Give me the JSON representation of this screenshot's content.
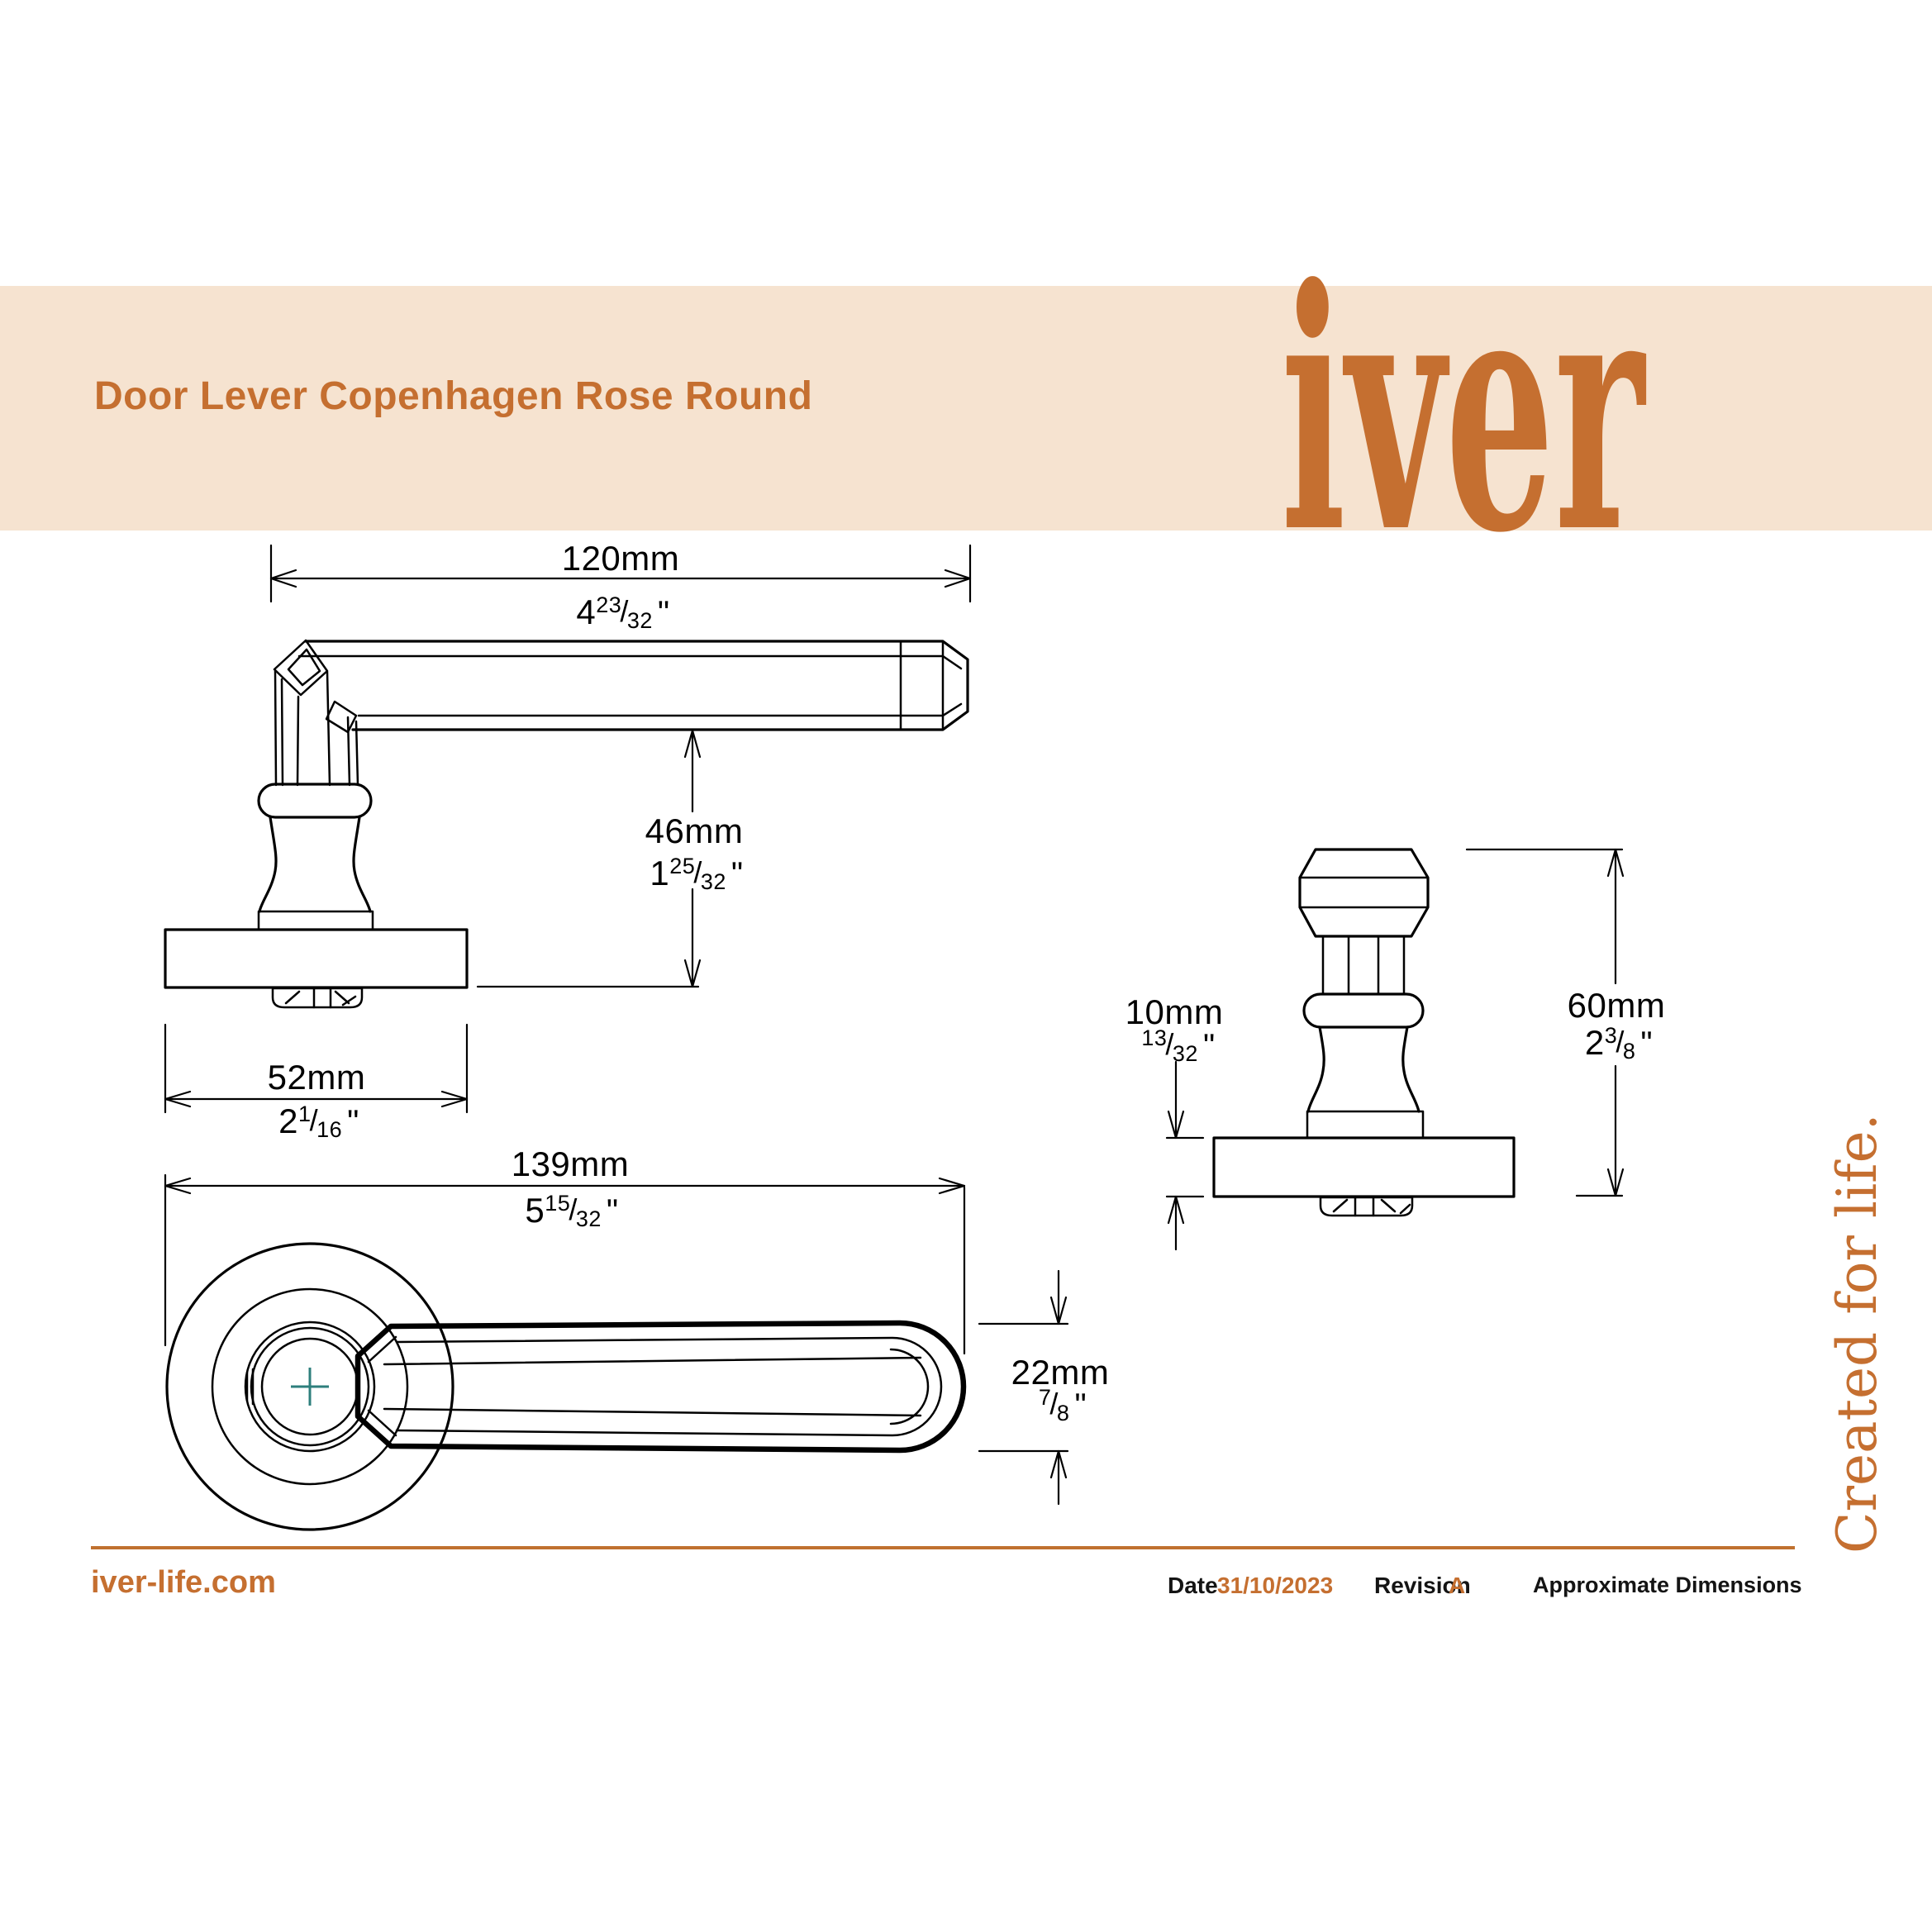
{
  "header": {
    "title": "Door Lever Copenhagen Rose Round",
    "logo": "iver"
  },
  "tagline": "Created for life.",
  "footer": {
    "site": "iver-life.com",
    "date_label": "Date",
    "date_value": "31/10/2023",
    "revision_label": "Revision",
    "revision_value": "A",
    "note": "Approximate Dimensions"
  },
  "symbols": {
    "frac_slash": "/",
    "inch_mark": "\""
  },
  "dimensions": {
    "lever_length": {
      "mm": "120mm",
      "whole": "4",
      "num": "23",
      "den": "32"
    },
    "projection": {
      "mm": "46mm",
      "whole": "1",
      "num": "25",
      "den": "32"
    },
    "rose_diameter": {
      "mm": "52mm",
      "whole": "2",
      "num": "1",
      "den": "16"
    },
    "overall_length": {
      "mm": "139mm",
      "whole": "5",
      "num": "15",
      "den": "32"
    },
    "lever_width": {
      "mm": "22mm",
      "whole": "",
      "num": "7",
      "den": "8"
    },
    "rose_height": {
      "mm": "10mm",
      "whole": "",
      "num": "13",
      "den": "32"
    },
    "knob_height": {
      "mm": "60mm",
      "whole": "2",
      "num": "3",
      "den": "8"
    }
  },
  "colors": {
    "accent": "#c56f30",
    "band": "#f6e3d0",
    "line": "#000000",
    "center_mark": "#2e7f7c"
  }
}
